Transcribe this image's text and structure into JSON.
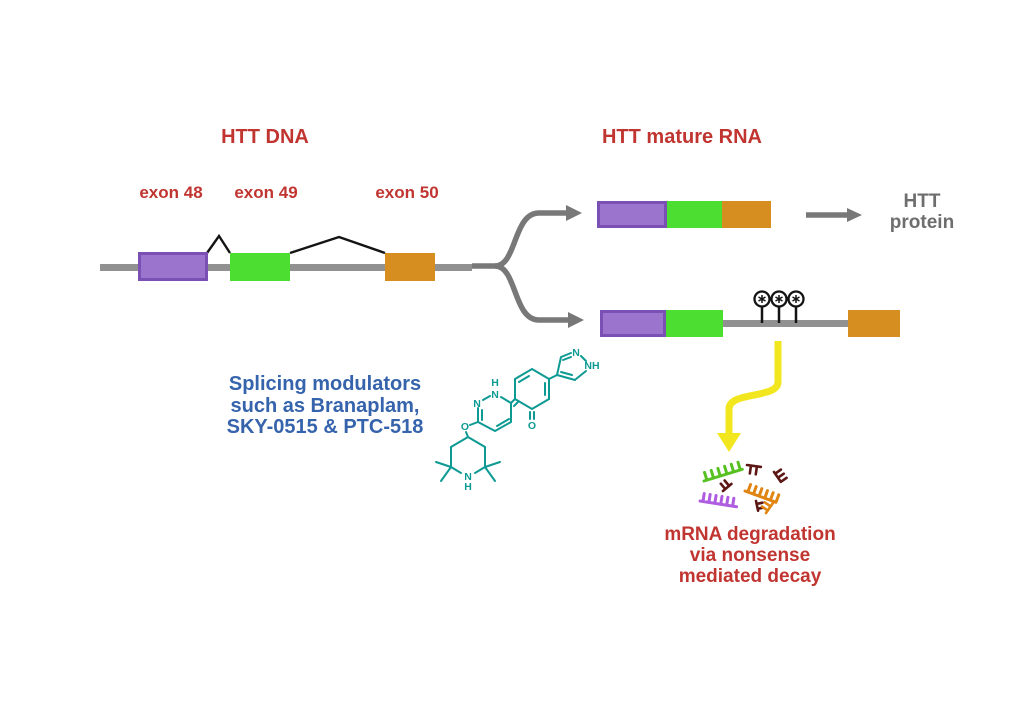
{
  "colors": {
    "red": "#c13531",
    "blue": "#3563ac",
    "gray-line": "#919191",
    "gray-arrow": "#787878",
    "gray-text": "#6e6e6e",
    "purple": "#9b74ce",
    "purple-border": "#7b50b4",
    "green": "#4cdf31",
    "orange": "#d78e20",
    "teal": "#0d9a93",
    "yellow": "#f2e71e",
    "frag-green": "#58c122",
    "frag-purple": "#ae5ce0",
    "frag-orange": "#e08511",
    "frag-maroon": "#5c1715"
  },
  "dna": {
    "title": "HTT DNA",
    "exon_labels": [
      "exon 48",
      "exon 49",
      "exon 50"
    ]
  },
  "rna": {
    "title": "HTT mature RNA"
  },
  "protein": {
    "line1": "HTT",
    "line2": "protein"
  },
  "modulators": {
    "line1": "Splicing modulators",
    "line2": "such as Branaplam,",
    "line3": "SKY-0515 & PTC-518"
  },
  "degradation": {
    "line1": "mRNA degradation",
    "line2": "via nonsense",
    "line3": "mediated decay"
  },
  "molecule": {
    "name": "branaplam",
    "labels": {
      "pyrazole_n": "N",
      "pyrazole_nh": "NH",
      "pyridazine_h": "H",
      "pyridazine_n1": "N",
      "pyridazine_n2": "N",
      "ketone_o": "O",
      "ether_o": "O",
      "piperidine_n": "N",
      "piperidine_h": "H"
    }
  }
}
